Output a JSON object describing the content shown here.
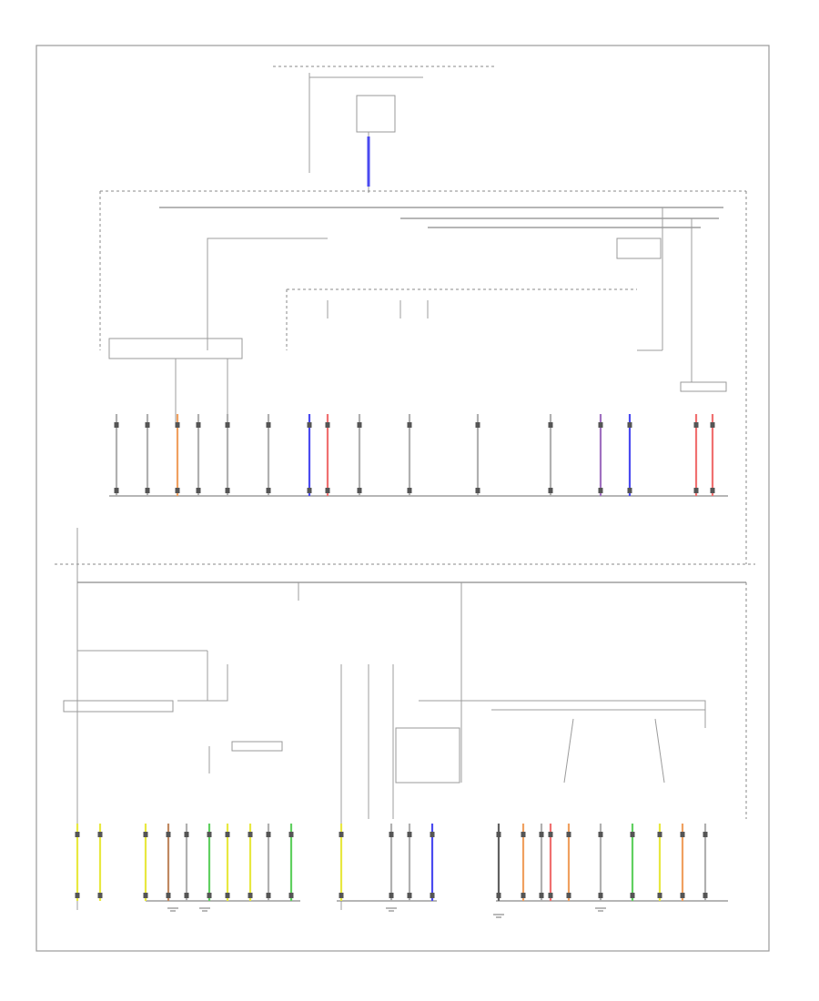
{
  "diagram": {
    "background": "#ffffff",
    "line_color": "#8a8a8a",
    "wire_colors": {
      "blue": "#4a4af0",
      "red": "#f07070",
      "orange": "#f0a060",
      "yellow": "#e8e840",
      "green": "#60d060",
      "brown": "#c08860",
      "purple": "#a070c0",
      "gray": "#b0b0b0",
      "dark": "#606060"
    },
    "lower_groups": [
      {
        "wires": [
          "yellow",
          "yellow"
        ]
      },
      {
        "wires": [
          "yellow",
          "brown",
          "gray",
          "green",
          "yellow",
          "yellow",
          "gray",
          "green"
        ]
      },
      {
        "wires": [
          "yellow",
          "gray",
          "gray",
          "blue"
        ]
      },
      {
        "wires": [
          "dark"
        ]
      },
      {
        "wires": [
          "orange",
          "gray",
          "red",
          "orange",
          "gray",
          "green",
          "yellow",
          "orange",
          "gray"
        ]
      }
    ],
    "upper_groups": [
      {
        "wires": [
          "gray",
          "gray",
          "orange",
          "gray",
          "gray",
          "gray"
        ]
      },
      {
        "wires": [
          "blue",
          "red",
          "gray"
        ]
      },
      {
        "wires": [
          "gray"
        ]
      },
      {
        "wires": [
          "gray"
        ]
      },
      {
        "wires": [
          "gray"
        ]
      },
      {
        "wires": [
          "purple",
          "blue"
        ]
      },
      {
        "wires": [
          "red",
          "red"
        ]
      }
    ]
  }
}
